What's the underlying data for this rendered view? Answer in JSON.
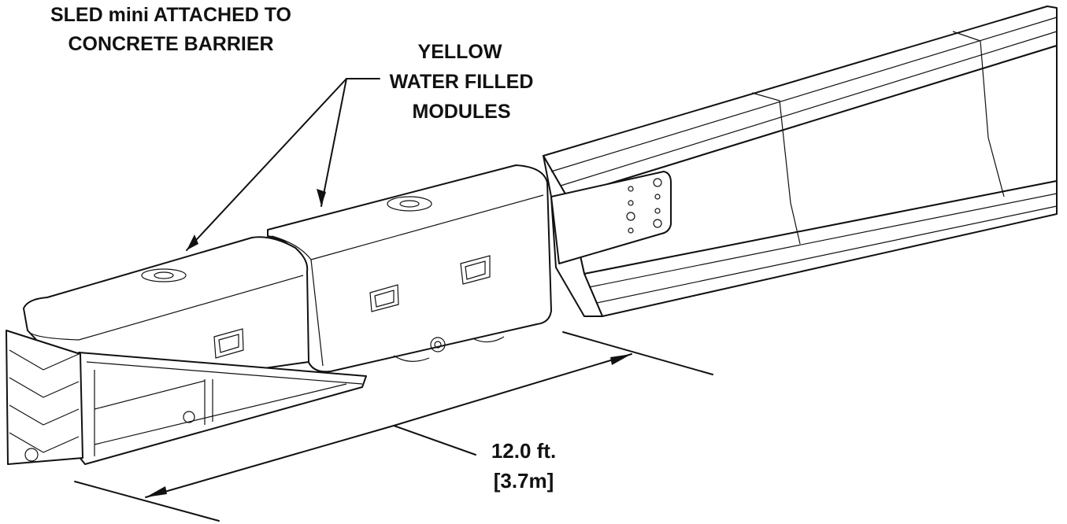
{
  "labels": {
    "title_line1": "SLED mini ATTACHED TO",
    "title_line2": "CONCRETE BARRIER",
    "modules_line1": "YELLOW",
    "modules_line2": "WATER FILLED",
    "modules_line3": "MODULES",
    "dimension_line1": "12.0 ft.",
    "dimension_line2": "[3.7m]"
  }
}
